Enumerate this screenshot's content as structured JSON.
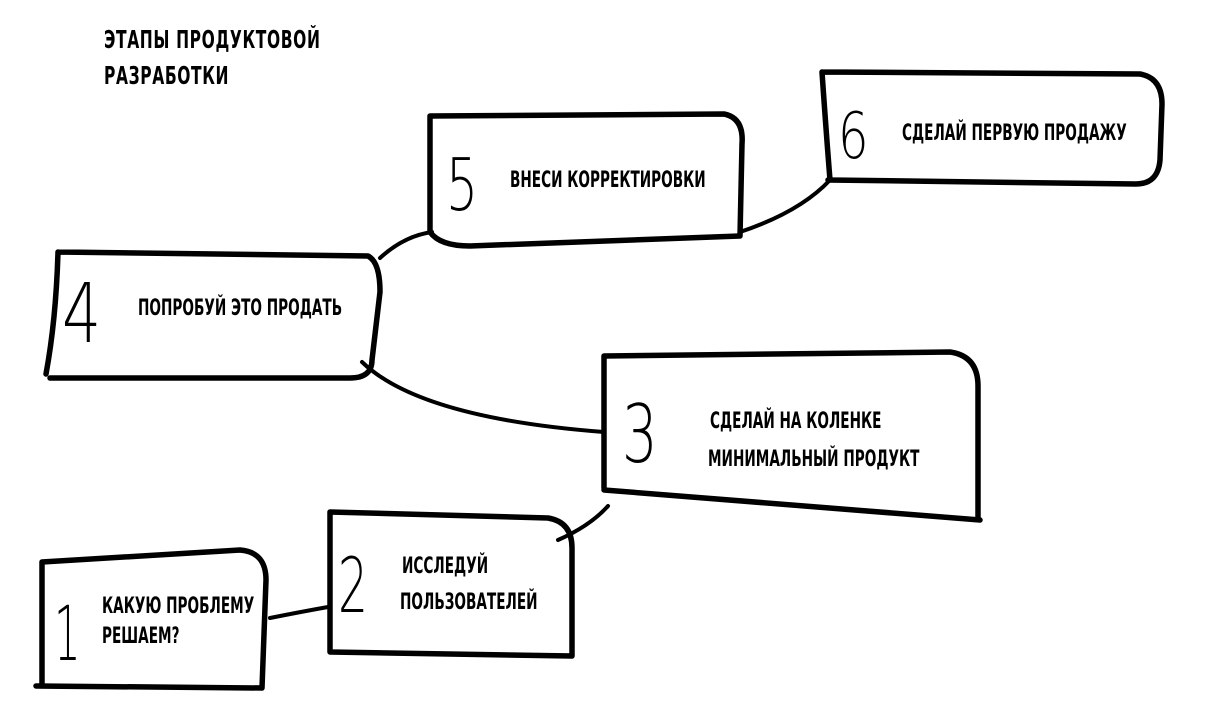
{
  "title_lines": [
    "Этапы продуктовой",
    "разработки"
  ],
  "steps": [
    {
      "number": "1",
      "lines": [
        "Какую проблему",
        "решаем?"
      ]
    },
    {
      "number": "2",
      "lines": [
        "Исследуй",
        "пользователей"
      ]
    },
    {
      "number": "3",
      "lines": [
        "Сделай на коленке",
        "минимальный продукт"
      ]
    },
    {
      "number": "4",
      "lines": [
        "Попробуй это продать"
      ]
    },
    {
      "number": "5",
      "lines": [
        "Внеси корректировки"
      ]
    },
    {
      "number": "6",
      "lines": [
        "Сделай первую продажу"
      ]
    }
  ]
}
